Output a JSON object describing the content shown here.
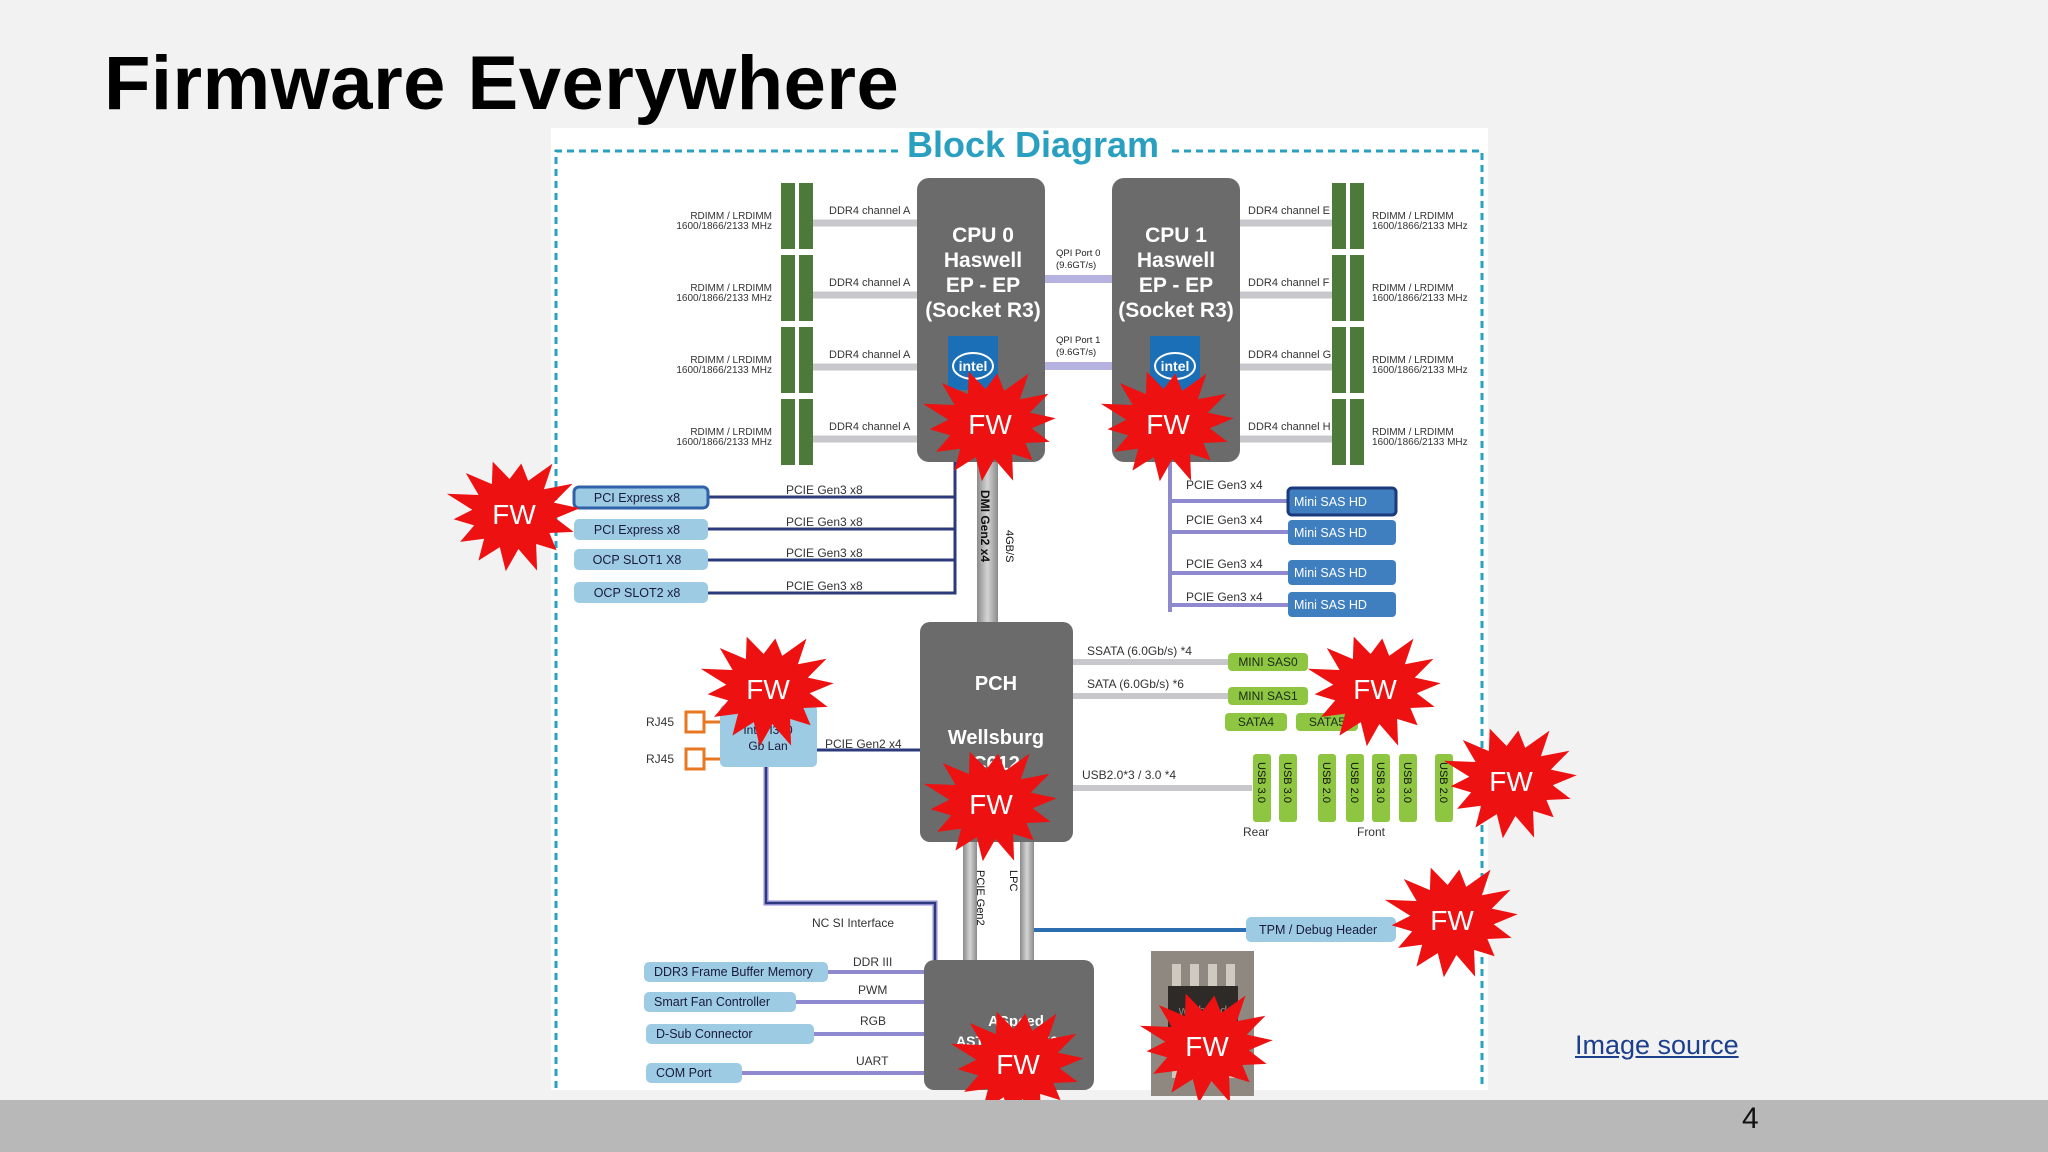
{
  "slide": {
    "title": "Firmware Everywhere",
    "image_source_link": "Image source",
    "page_number": "4"
  },
  "diagram": {
    "heading": "Block Diagram",
    "cpu0": [
      "CPU 0",
      "Haswell",
      "EP - EP",
      "(Socket R3)"
    ],
    "cpu1": [
      "CPU 1",
      "Haswell",
      "EP - EP",
      "(Socket R3)"
    ],
    "qpi0": [
      "QPI Port 0",
      "(9.6GT/s)"
    ],
    "qpi1": [
      "QPI Port 1",
      "(9.6GT/s)"
    ],
    "dimm_label": [
      "RDIMM / LRDIMM",
      "1600/1866/2133 MHz"
    ],
    "ddr_left": [
      "DDR4 channel A",
      "DDR4 channel A",
      "DDR4 channel A",
      "DDR4 channel A"
    ],
    "ddr_right": [
      "DDR4 channel E",
      "DDR4 channel F",
      "DDR4 channel G",
      "DDR4 channel H"
    ],
    "intel_badge": "intel",
    "pcie_slots": [
      "PCI Express x8",
      "PCI Express x8",
      "OCP SLOT1 X8",
      "OCP SLOT2 x8"
    ],
    "pcie_links_left": [
      "PCIE Gen3 x8",
      "PCIE Gen3 x8",
      "PCIE Gen3 x8",
      "PCIE Gen3 x8"
    ],
    "dmi": "DMI Gen2 x4",
    "dmi_speed": "4GB/S",
    "pcie_links_right": [
      "PCIE Gen3 x4",
      "PCIE Gen3 x4",
      "PCIE Gen3 x4",
      "PCIE Gen3 x4"
    ],
    "mini_sas_hd": [
      "Mini SAS HD",
      "Mini SAS HD",
      "Mini SAS HD",
      "Mini SAS HD"
    ],
    "pch": [
      "PCH",
      "Wellsburg",
      "C612"
    ],
    "ssata": "SSATA (6.0Gb/s) *4",
    "sata": "SATA (6.0Gb/s) *6",
    "mini_sas": [
      "MINI SAS0",
      "MINI SAS1"
    ],
    "sata_ports": [
      "SATA4",
      "SATA5"
    ],
    "usb_link": "USB2.0*3 / 3.0 *4",
    "usb_ports": [
      "USB 3.0",
      "USB 3.0",
      "USB 2.0",
      "USB 2.0",
      "USB 3.0",
      "USB 3.0",
      "USB 2.0"
    ],
    "usb_rear": "Rear",
    "usb_front": "Front",
    "lan": [
      "Intel I350",
      "Gb Lan"
    ],
    "lan_link": "PCIE Gen2 x4",
    "rj45": [
      "RJ45",
      "RJ45"
    ],
    "ncsi": "NC SI Interface",
    "pcie_gen2": "PCIE Gen2",
    "lpc": "LPC",
    "tpm": "TPM / Debug Header",
    "bmc": [
      "ASpeed",
      "AST2400 / 2450"
    ],
    "bmc_peripherals": [
      "DDR3 Frame Buffer Memory",
      "Smart Fan Controller",
      "D-Sub Connector",
      "COM Port"
    ],
    "bmc_links": [
      "DDR III",
      "PWM",
      "RGB",
      "UART"
    ],
    "fw_label": "FW",
    "flash_chip_text": "winbond"
  },
  "colors": {
    "cpu_box": "#6b6b6b",
    "dashed_border": "#2aa0c0",
    "heading": "#2aa0c0",
    "link_navy": "#2b3a7a",
    "link_grey": "#c7c7cc",
    "slot_blue": "#9ccbe3",
    "sas_blue": "#3f7fc0",
    "green_port": "#8ec641",
    "fw_red": "#ee1111"
  }
}
